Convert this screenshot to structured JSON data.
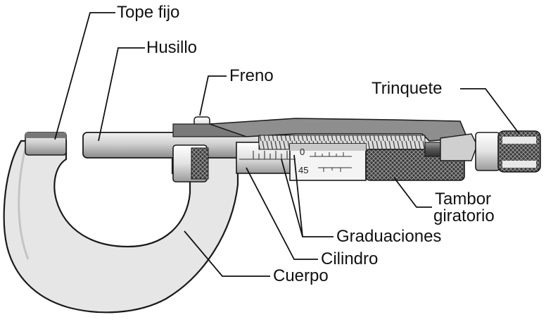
{
  "labels": {
    "tope_fijo": "Tope fijo",
    "husillo": "Husillo",
    "freno": "Freno",
    "trinquete": "Trinquete",
    "tambor_line1": "Tambor",
    "tambor_line2": "giratorio",
    "graduaciones": "Graduaciones",
    "cilindro": "Cilindro",
    "cuerpo": "Cuerpo"
  },
  "scale": {
    "thimble_mark_top": "0",
    "thimble_mark_bottom": "45"
  },
  "colors": {
    "body_fill": "#e6e6e6",
    "metal_light": "#dcdcdc",
    "metal_mid": "#b5b5b5",
    "metal_dark": "#555555",
    "outline": "#1a1a1a",
    "leader": "#111111"
  }
}
